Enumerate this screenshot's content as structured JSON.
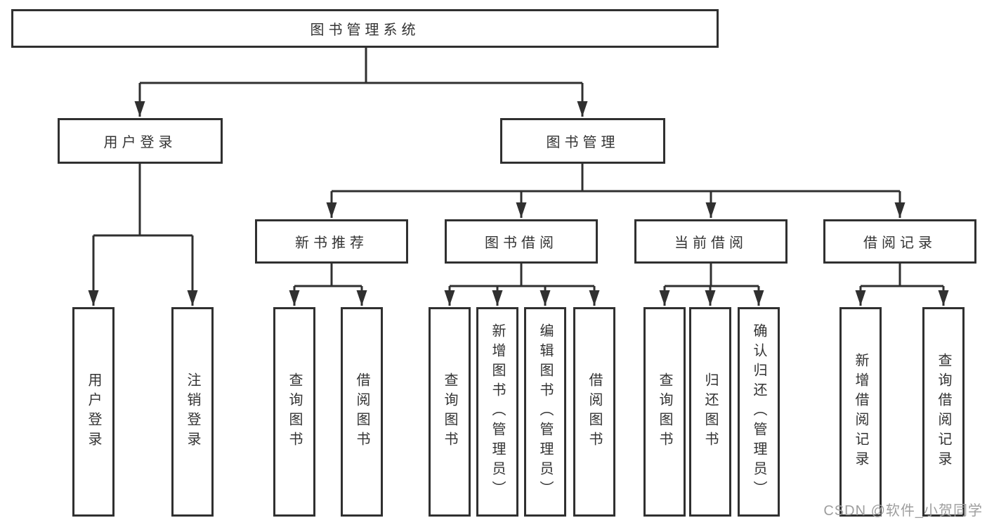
{
  "diagram": {
    "root": {
      "label": "图书管理系统"
    },
    "level2": [
      {
        "label": "用户登录"
      },
      {
        "label": "图书管理"
      }
    ],
    "level3": [
      {
        "label": "新书推荐"
      },
      {
        "label": "图书借阅"
      },
      {
        "label": "当前借阅"
      },
      {
        "label": "借阅记录"
      }
    ],
    "leaves": [
      {
        "label": "用户登录"
      },
      {
        "label": "注销登录"
      },
      {
        "label": "查询图书"
      },
      {
        "label": "借阅图书"
      },
      {
        "label": "查询图书"
      },
      {
        "label": "新增图书（管理员）"
      },
      {
        "label": "编辑图书（管理员）"
      },
      {
        "label": "借阅图书"
      },
      {
        "label": "查询图书"
      },
      {
        "label": "归还图书"
      },
      {
        "label": "确认归还（管理员）"
      },
      {
        "label": "新增借阅记录"
      },
      {
        "label": "查询借阅记录"
      }
    ],
    "watermark": "CSDN @软件_小贺同学",
    "colors": {
      "line": "#303030",
      "text": "#333333",
      "watermark": "#9e9e9e",
      "background": "#ffffff"
    }
  }
}
